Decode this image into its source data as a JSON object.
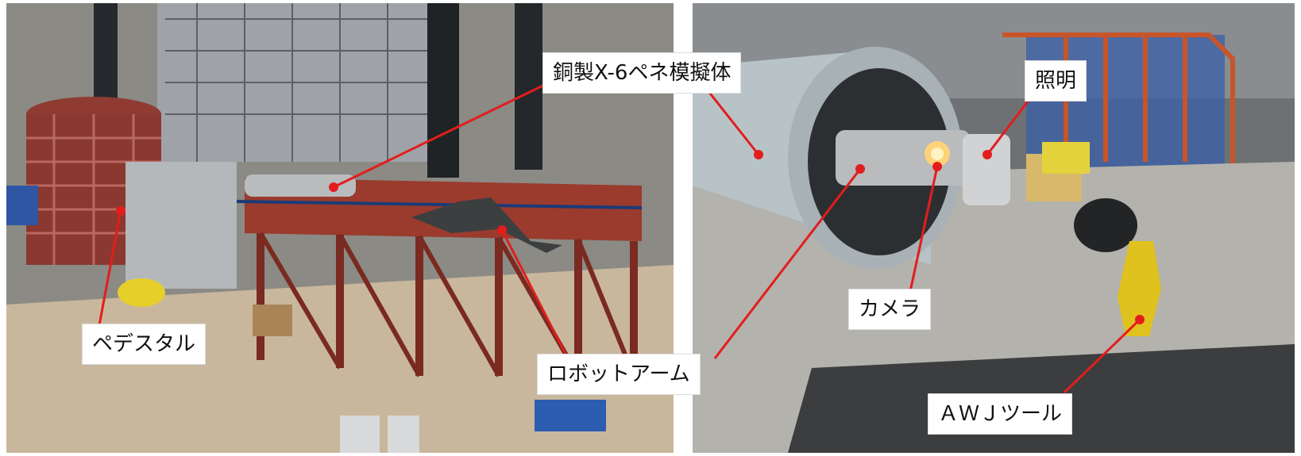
{
  "photos": {
    "left": {
      "subject": "mock-up test facility with pedestal and robot arm"
    },
    "right": {
      "subject": "robot arm tool head inside penetration mock-up"
    }
  },
  "labels": {
    "penetration_mockup": "銅製X-6ペネ模擬体",
    "pedestal": "ペデスタル",
    "robot_arm": "ロボットアーム",
    "lighting": "照明",
    "camera": "カメラ",
    "awj_tool": "ＡＷＪツール"
  },
  "colors": {
    "callout_line": "#e31d1d",
    "callout_dot": "#e31d1d",
    "label_bg": "#ffffff"
  }
}
